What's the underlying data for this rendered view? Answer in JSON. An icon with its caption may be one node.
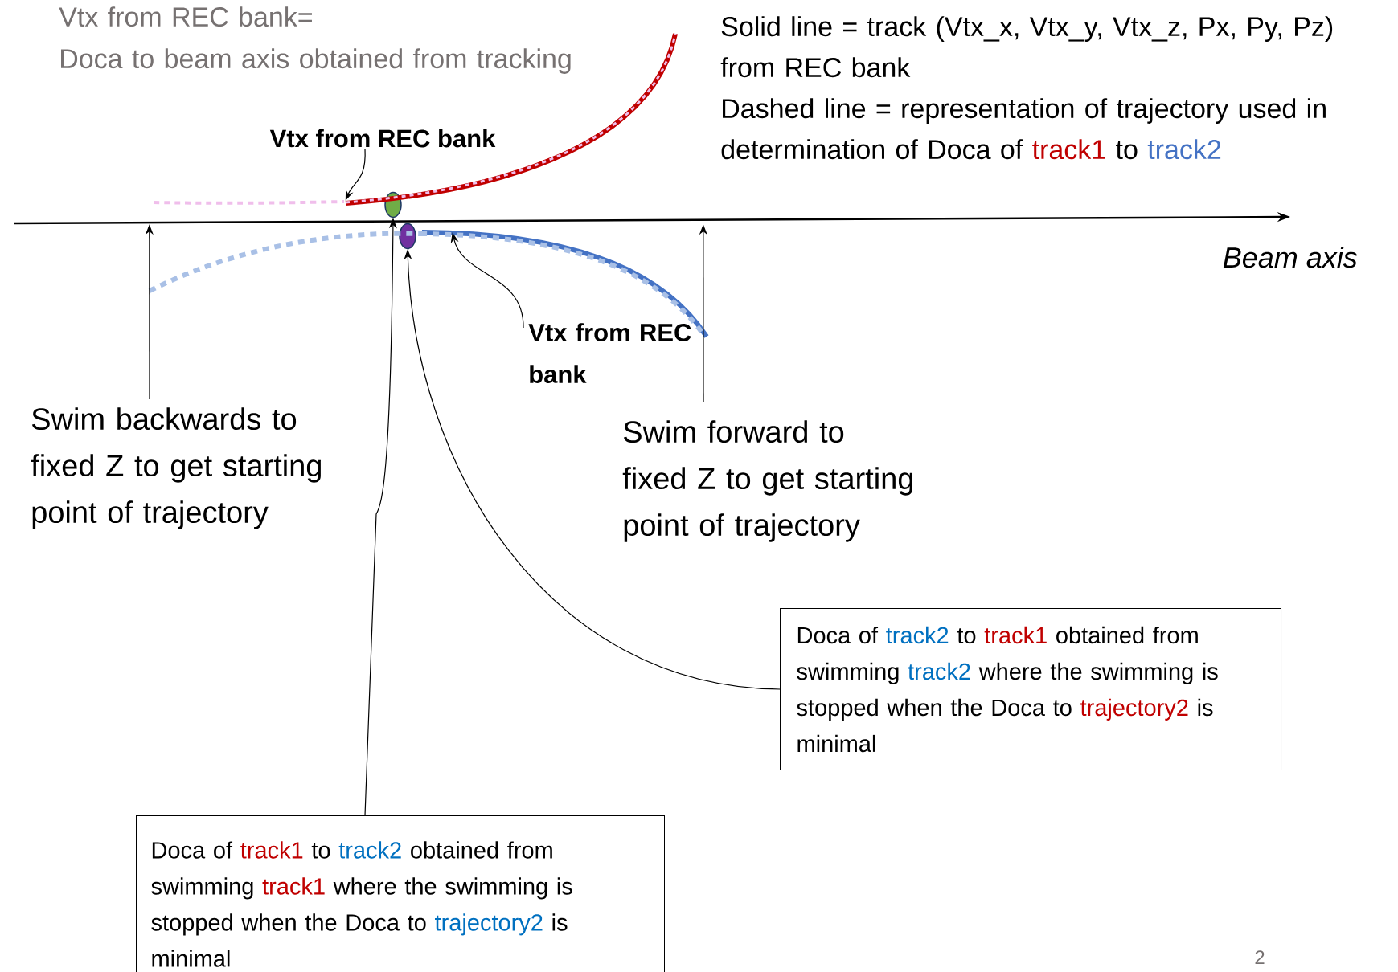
{
  "diagram": {
    "nodes": [
      {
        "text": [
          "Vtx from REC bank"
        ]
      },
      {
        "text": [],
        "shape": "ellipse"
      },
      {
        "text": [],
        "shape": "ellipse"
      },
      {
        "text": [
          "Vtx from REC bank"
        ]
      },
      {
        "text": [
          "Swim backwards to fixed Z to get starting point of trajectory"
        ]
      },
      {
        "text": [
          "Swim forward to fixed Z to get starting point of trajectory"
        ]
      },
      {
        "text": [
          "Doca of",
          "track2",
          "to",
          "track1",
          "obtained from swimming",
          "track2",
          "where the swimming is stopped when the Doca to",
          "trajectory2",
          "is minimal"
        ]
      },
      {
        "text": [
          "Doca of",
          "track1",
          "to",
          "track2",
          "obtained from swimming",
          "track1",
          "where the swimming is stopped when the Doca to",
          "trajectory2",
          "is minimal"
        ]
      },
      {
        "text": [],
        "shape": "line"
      },
      {
        "text": [],
        "shape": "curve"
      },
      {
        "text": [],
        "shape": "curve"
      }
    ],
    "edges": [
      {
        "from": 0,
        "to": 9,
        "arrow": "to"
      },
      {
        "from": 3,
        "to": 10,
        "arrow": "to"
      },
      {
        "from": 4,
        "to": 8,
        "arrow": "to"
      },
      {
        "from": 5,
        "to": 8,
        "arrow": "to"
      },
      {
        "from": 7,
        "to": 1,
        "arrow": "to"
      },
      {
        "from": 6,
        "to": 2,
        "arrow": "to"
      }
    ],
    "labels": [
      "Vtx from REC bank=",
      "Doca to beam axis obtained from tracking",
      "Solid line = track (Vtx_x, Vtx_y, Vtx_z, Px, Py, Pz) from REC bank",
      "Dashed line = representation of trajectory used in determination of Doca of",
      "track1",
      "to",
      "track2",
      "Beam axis",
      "2"
    ]
  }
}
